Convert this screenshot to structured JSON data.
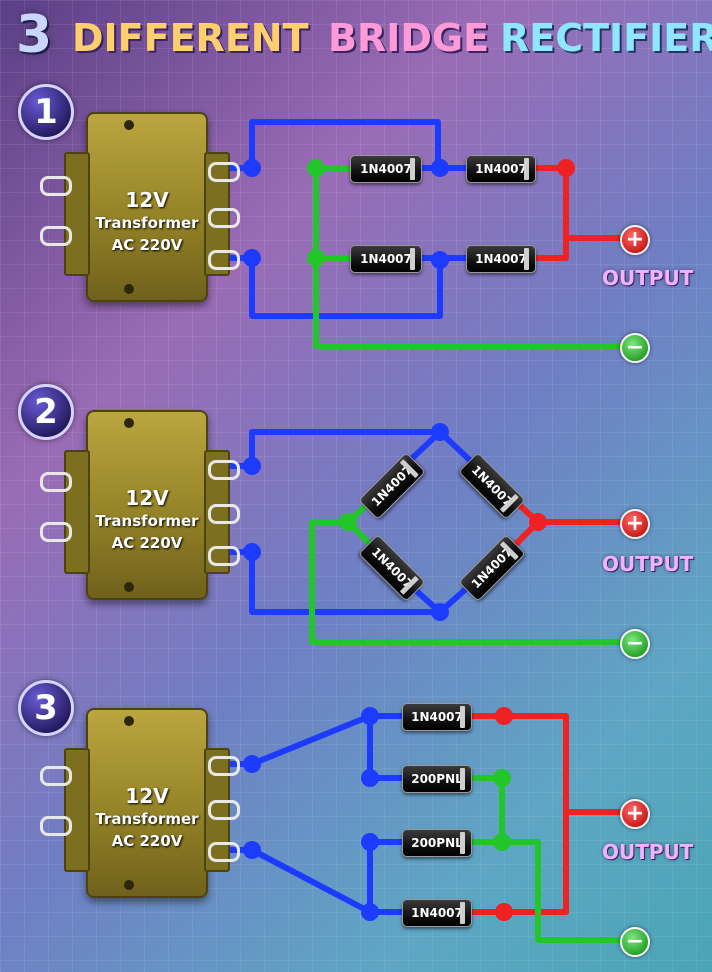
{
  "title": {
    "number": "3",
    "word1": "DIFFERENT",
    "word2": "BRIDGE",
    "word3": "RECTIFIER"
  },
  "colors": {
    "ac_wire": "#1d3bff",
    "positive_wire": "#ee2222",
    "negative_wire": "#22c52a"
  },
  "circuits": [
    {
      "badge": "1",
      "transformer": {
        "line1": "12V",
        "line2": "Transformer",
        "line3": "AC 220V"
      },
      "diodes": [
        "1N4007",
        "1N4007",
        "1N4007",
        "1N4007"
      ],
      "output_label": "OUTPUT",
      "positive_symbol": "+",
      "negative_symbol": "−"
    },
    {
      "badge": "2",
      "transformer": {
        "line1": "12V",
        "line2": "Transformer",
        "line3": "AC 220V"
      },
      "diodes": [
        "1N4007",
        "1N4007",
        "1N4007",
        "1N4007"
      ],
      "output_label": "OUTPUT",
      "positive_symbol": "+",
      "negative_symbol": "−"
    },
    {
      "badge": "3",
      "transformer": {
        "line1": "12V",
        "line2": "Transformer",
        "line3": "AC 220V"
      },
      "diodes": [
        "1N4007",
        "200PNL",
        "200PNL",
        "1N4007"
      ],
      "output_label": "OUTPUT",
      "positive_symbol": "+",
      "negative_symbol": "−"
    }
  ]
}
